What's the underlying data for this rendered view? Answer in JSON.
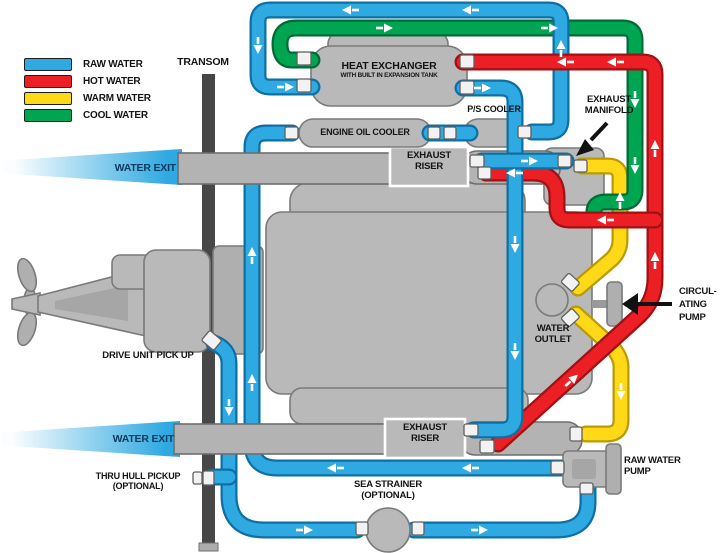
{
  "legend": {
    "items": [
      {
        "label": "RAW WATER",
        "color": "#2FA9E1"
      },
      {
        "label": "HOT WATER",
        "color": "#EC2024"
      },
      {
        "label": "WARM WATER",
        "color": "#FFD918"
      },
      {
        "label": "COOL WATER",
        "color": "#00A551"
      }
    ]
  },
  "labels": {
    "transom": "TRANSOM",
    "heat_exchanger": {
      "line1": "HEAT EXCHANGER",
      "line2": "WITH BUILT IN EXPANSION TANK"
    },
    "ps_cooler": "P/S COOLER",
    "engine_oil_cooler": "ENGINE OIL COOLER",
    "exhaust_riser_top": {
      "line1": "EXHAUST",
      "line2": "RISER"
    },
    "exhaust_riser_bottom": {
      "line1": "EXHAUST",
      "line2": "RISER"
    },
    "exhaust_manifold": {
      "line1": "EXHAUST",
      "line2": "MANIFOLD"
    },
    "water_exit_top": "WATER EXIT",
    "water_exit_bottom": "WATER EXIT",
    "drive_unit_pickup": "DRIVE UNIT PICK UP",
    "circulating_pump": {
      "line1": "CIRCUL-",
      "line2": "ATING",
      "line3": "PUMP"
    },
    "water_outlet": {
      "line1": "WATER",
      "line2": "OUTLET"
    },
    "raw_water_pump": {
      "line1": "RAW WATER",
      "line2": "PUMP"
    },
    "thru_hull_pickup": {
      "line1": "THRU HULL PICKUP",
      "line2": "(OPTIONAL)"
    },
    "sea_strainer": {
      "line1": "SEA STRAINER",
      "line2": "(OPTIONAL)"
    }
  },
  "colors": {
    "raw_water": "#2FA9E1",
    "hot_water": "#EC2024",
    "warm_water": "#FFD918",
    "cool_water": "#00A551",
    "component_gray": "#B9B9B9",
    "transom_gray": "#474747"
  }
}
